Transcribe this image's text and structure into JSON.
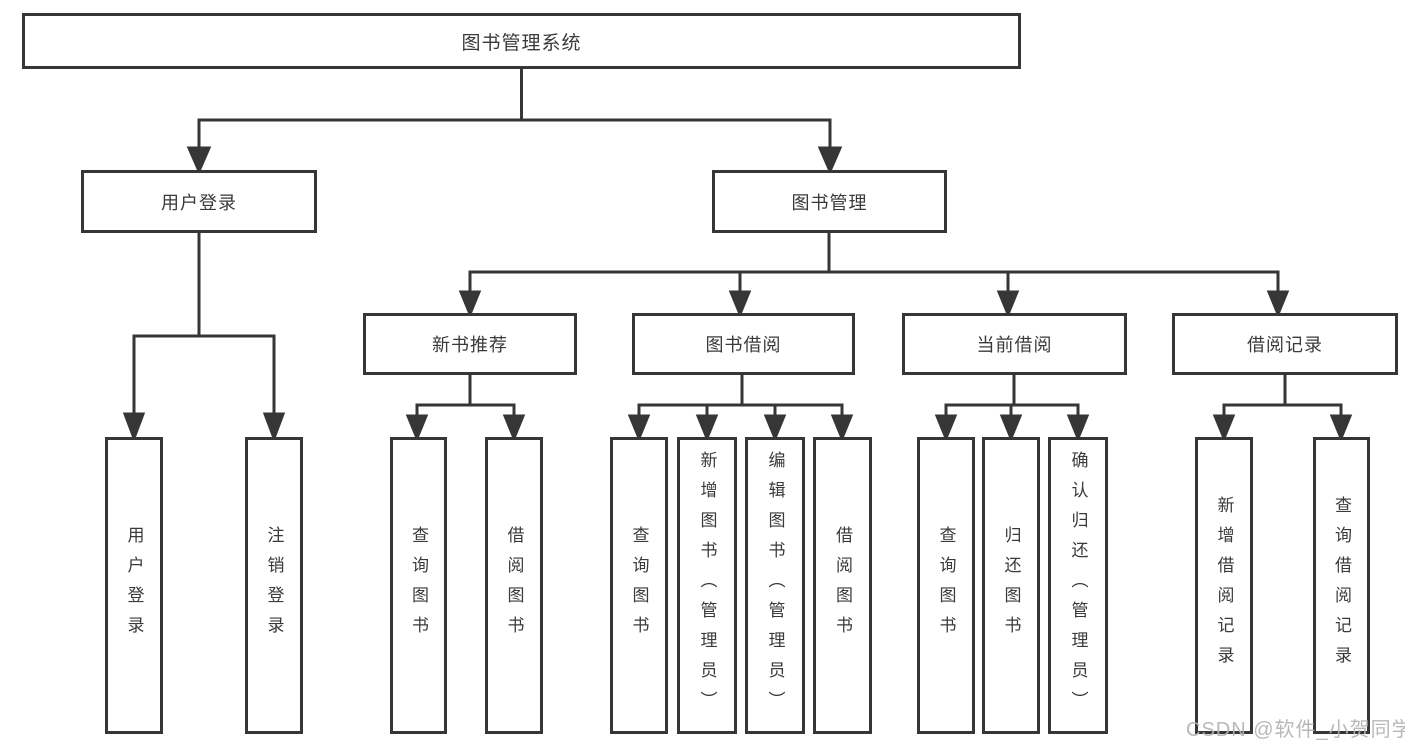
{
  "diagram": {
    "root": {
      "label": "图书管理系统"
    },
    "level2": [
      {
        "label": "用户登录"
      },
      {
        "label": "图书管理"
      }
    ],
    "level3": [
      {
        "label": "新书推荐",
        "parent": "图书管理"
      },
      {
        "label": "图书借阅",
        "parent": "图书管理"
      },
      {
        "label": "当前借阅",
        "parent": "图书管理"
      },
      {
        "label": "借阅记录",
        "parent": "图书管理"
      }
    ],
    "leaves": [
      {
        "label": "用户登录",
        "parent": "用户登录"
      },
      {
        "label": "注销登录",
        "parent": "用户登录"
      },
      {
        "label": "查询图书",
        "parent": "新书推荐"
      },
      {
        "label": "借阅图书",
        "parent": "新书推荐"
      },
      {
        "label": "查询图书",
        "parent": "图书借阅"
      },
      {
        "label": "新增图书（管理员）",
        "parent": "图书借阅"
      },
      {
        "label": "编辑图书（管理员）",
        "parent": "图书借阅"
      },
      {
        "label": "借阅图书",
        "parent": "图书借阅"
      },
      {
        "label": "查询图书",
        "parent": "当前借阅"
      },
      {
        "label": "归还图书",
        "parent": "当前借阅"
      },
      {
        "label": "确认归还（管理员）",
        "parent": "当前借阅"
      },
      {
        "label": "新增借阅记录",
        "parent": "借阅记录"
      },
      {
        "label": "查询借阅记录",
        "parent": "借阅记录"
      }
    ]
  },
  "watermark": {
    "text": "CSDN @软件_小贺同学"
  },
  "colors": {
    "line": "#363636",
    "box_border": "#363636",
    "text": "#3a3a3a",
    "background": "#ffffff",
    "watermark": "#b3b3b3"
  }
}
